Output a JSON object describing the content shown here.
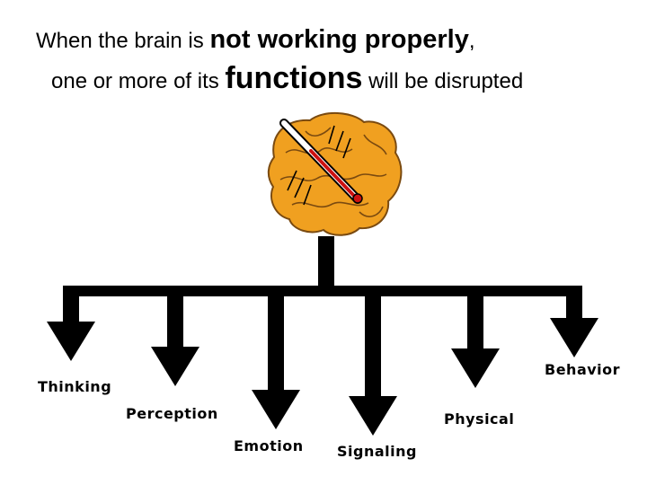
{
  "heading": {
    "line1_pre": "When the brain is ",
    "line1_emph": "not working properly",
    "line1_post": ",",
    "line2_pre": "one or more of its ",
    "line2_emph": "functions",
    "line2_post": " will be disrupted"
  },
  "functions": [
    {
      "label": "Thinking"
    },
    {
      "label": "Perception"
    },
    {
      "label": "Emotion"
    },
    {
      "label": "Signaling"
    },
    {
      "label": "Physical"
    },
    {
      "label": "Behavior"
    }
  ],
  "colors": {
    "brain_fill": "#f0a020",
    "brain_outline": "#7a4a10",
    "thermometer_red": "#cc1111",
    "tree": "#000000"
  },
  "icons": {
    "brain": "brain-icon",
    "thermometer": "thermometer-icon"
  }
}
